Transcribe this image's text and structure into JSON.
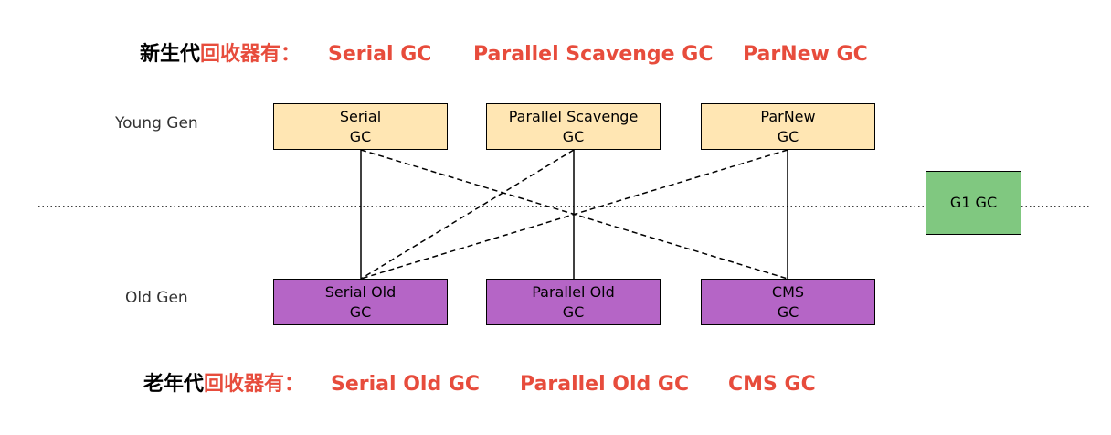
{
  "colors": {
    "accent_red": "#e74c3c",
    "young_fill": "#ffe6b3",
    "old_fill": "#b565c6",
    "g1_fill": "#80c880"
  },
  "young_headline": {
    "prefix": "新生代",
    "suffix": "回收器有：",
    "items": [
      "Serial GC",
      "Parallel Scavenge GC",
      "ParNew GC"
    ]
  },
  "old_headline": {
    "prefix": "老年代",
    "suffix": "回收器有：",
    "items": [
      "Serial Old GC",
      "Parallel Old GC",
      "CMS GC"
    ]
  },
  "labels": {
    "young_gen": "Young Gen",
    "old_gen": "Old Gen"
  },
  "young_boxes": [
    {
      "line1": "Serial",
      "line2": "GC"
    },
    {
      "line1": "Parallel Scavenge",
      "line2": "GC"
    },
    {
      "line1": "ParNew",
      "line2": "GC"
    }
  ],
  "old_boxes": [
    {
      "line1": "Serial Old",
      "line2": "GC"
    },
    {
      "line1": "Parallel Old",
      "line2": "GC"
    },
    {
      "line1": "CMS",
      "line2": "GC"
    }
  ],
  "g1_box": {
    "label": "G1 GC"
  }
}
